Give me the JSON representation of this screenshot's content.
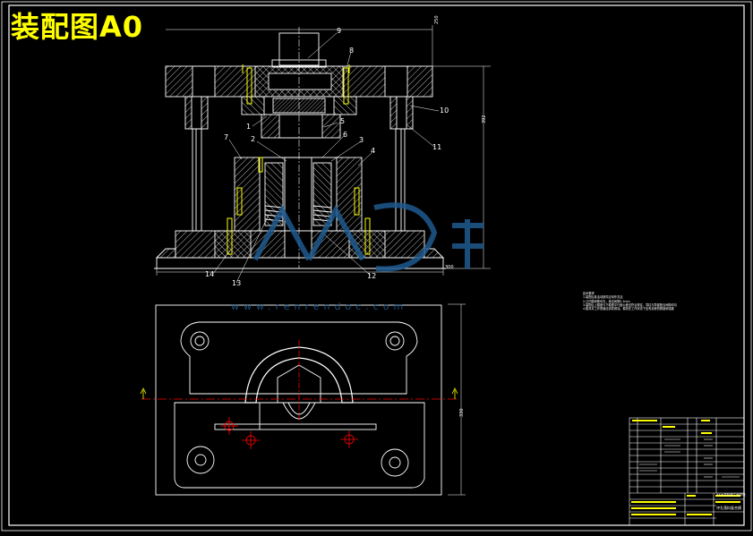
{
  "title": "装配图A0",
  "dimensions": {
    "top_width": "250",
    "right_height": "392",
    "base_width": "300",
    "plan_height": "330"
  },
  "part_numbers": [
    "9",
    "8",
    "10",
    "1",
    "5",
    "2",
    "6",
    "3",
    "7",
    "4",
    "11",
    "14",
    "13",
    "12"
  ],
  "watermark": {
    "url": "www.renrendoc.com"
  },
  "colors": {
    "background": "#000000",
    "line": "#ffffff",
    "title": "#ffff00",
    "accent": "#ffff00",
    "centerline": "#ff0000",
    "watermark": "#1e5a8e"
  },
  "tech_notes": [
    "技术要求",
    "1.装配后各活动部件应动作灵活",
    "2.凸凹模间隙均匀，单边间隙0.1mm",
    "3.装配后上模座与下模座平行度公差应符合规定，导柱与导套配合间隙均匀",
    "4.模具非工作表面应涂防锈油，模具在工作状态下应有足够的刚度和强度"
  ],
  "title_block": {
    "drawing_name": "冲孔落料复合模",
    "company": "XX大学机械工程学院"
  }
}
